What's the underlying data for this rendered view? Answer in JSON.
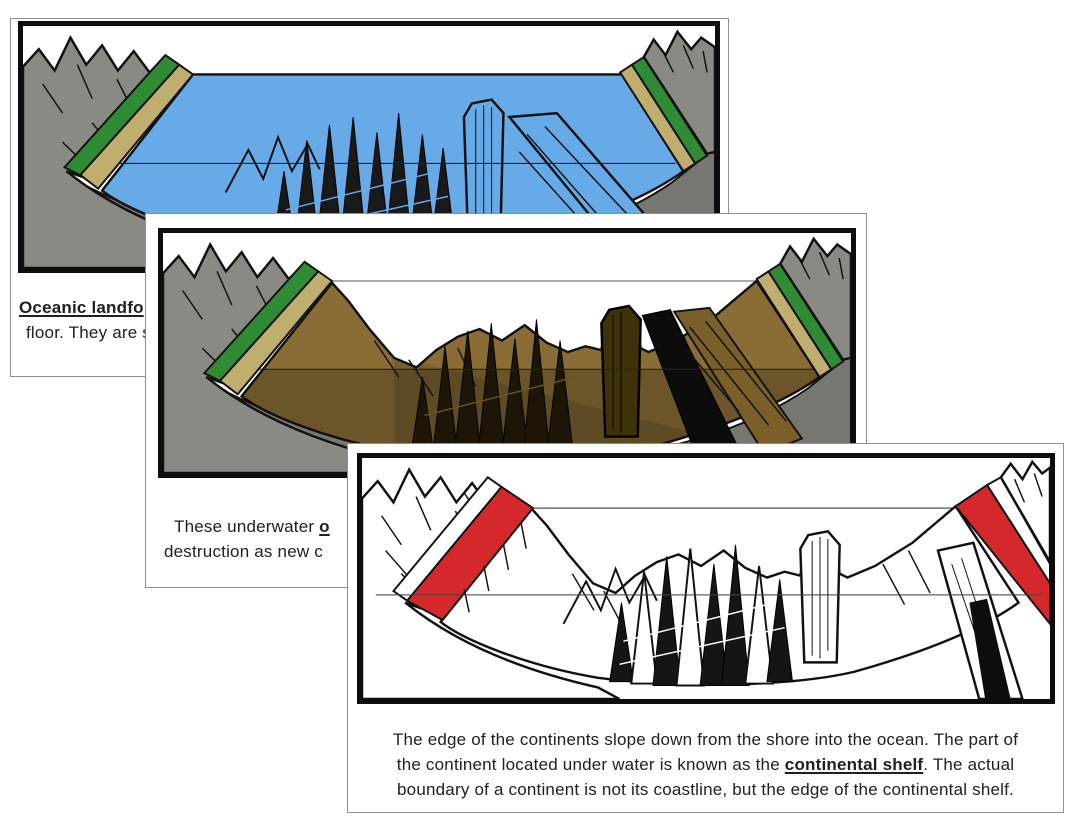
{
  "colors": {
    "water_blue": "#66aae8",
    "mountain_gray": "#8a8a85",
    "underground_gray": "#787671",
    "coast_green": "#2f8c35",
    "beach_tan": "#bfae6e",
    "seafloor_brown": "#8a6d35",
    "shelf_red": "#d5282b",
    "ink_black": "#111111",
    "card_border_gray": "#8f8f8f"
  },
  "cards": [
    {
      "caption": {
        "line1_bold": "Oceanic landfo",
        "line2": "floor. They are s"
      }
    },
    {
      "caption": {
        "line1_prefix": "These underwater ",
        "line1_bold": "o",
        "line2": "destruction as new c"
      }
    },
    {
      "caption": {
        "line1": "The edge of the continents slope down from the shore into the ocean. The part of",
        "line2_prefix": "the continent located under water is known as the ",
        "line2_bold": "continental shelf",
        "line2_suffix": ". The actual",
        "line3": "boundary of a continent is not its coastline, but the edge of the continental shelf."
      }
    }
  ]
}
